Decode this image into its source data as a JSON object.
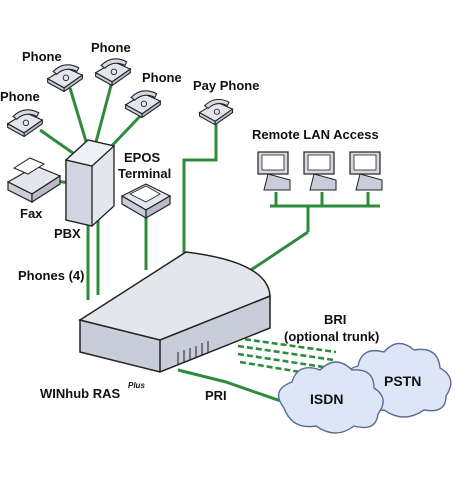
{
  "labels": {
    "phone_left": "Phone",
    "phone_upper_left": "Phone",
    "phone_top": "Phone",
    "phone_right": "Phone",
    "fax": "Fax",
    "pbx": "PBX",
    "epos_line1": "EPOS",
    "epos_line2": "Terminal",
    "pay_phone": "Pay Phone",
    "remote_lan": "Remote LAN Access",
    "phones_count": "Phones (4)",
    "bri": "BRI",
    "bri_note": "(optional trunk)",
    "pri": "PRI",
    "isdn": "ISDN",
    "pstn": "PSTN",
    "winhub_main": "WINhub RAS",
    "winhub_sup": "Plus"
  },
  "colors": {
    "line": "#2e8b3e",
    "device_body": "#e4e6ee",
    "device_shade": "#c9ccd9",
    "outline": "#222222",
    "cloud": "#dde6f7"
  },
  "icons": [
    "telephone-icon",
    "fax-icon",
    "pbx-icon",
    "pay-phone-icon",
    "epos-terminal-icon",
    "computer-icon",
    "winhub-box-icon",
    "cloud-icon"
  ]
}
